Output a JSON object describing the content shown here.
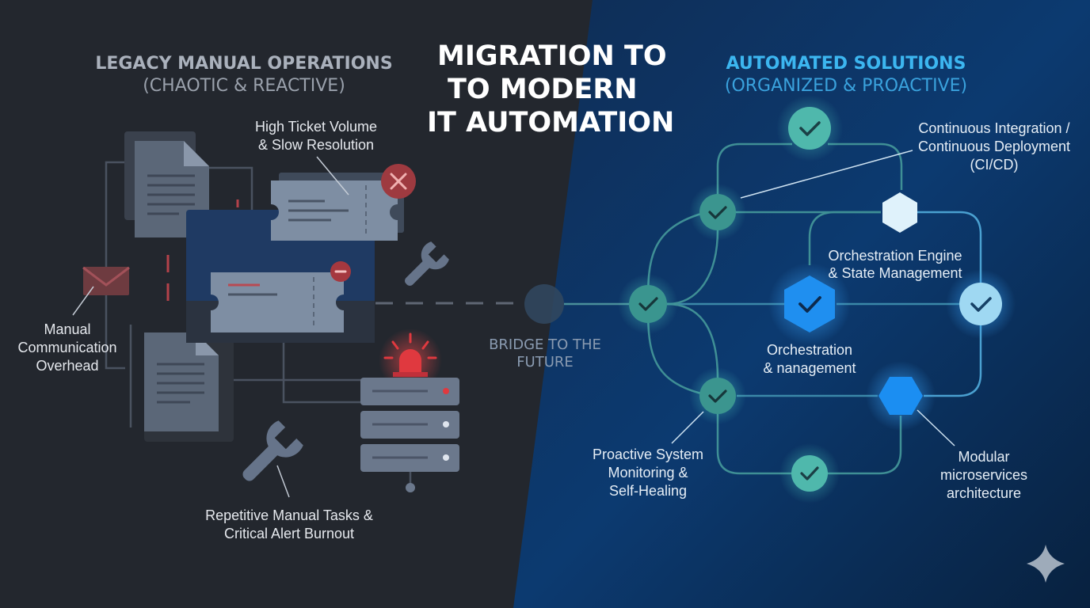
{
  "title": {
    "lines": [
      "MIGRATION TO",
      "TO MODERN",
      "IT AUTOMATION"
    ]
  },
  "legacy": {
    "heading": "LEGACY MANUAL OPERATIONS",
    "subheading": "(CHAOTIC & REACTIVE)",
    "labels": {
      "ticket_volume": [
        "High Ticket Volume",
        "& Slow Resolution"
      ],
      "communication": [
        "Manual",
        "Communication",
        "Overhead"
      ],
      "repetitive": [
        "Repetitive Manual Tasks &",
        "Critical Alert Burnout"
      ]
    }
  },
  "automated": {
    "heading": "AUTOMATED SOLUTIONS",
    "subheading": "(ORGANIZED & PROACTIVE)",
    "labels": {
      "cicd": [
        "Continuous Integration /",
        "Continuous Deployment",
        "(CI/CD)"
      ],
      "orchestration_engine": [
        "Orchestration Engine",
        "& State Management"
      ],
      "orchestration": [
        "Orchestration",
        "& nanagement"
      ],
      "monitoring": [
        "Proactive System",
        "Monitoring &",
        "Self-Healing"
      ],
      "microservices": [
        "Modular",
        "microservices",
        "architecture"
      ]
    }
  },
  "bridge": {
    "lines": [
      "BRIDGE TO THE",
      "FUTURE"
    ]
  },
  "colors": {
    "legacy_bg": "#23272e",
    "automated_bg": "#0d3466",
    "teal_node": "#3aa09a",
    "blue_node": "#1e90f0",
    "alert_red": "#d64545",
    "automated_heading": "#3cb6f0"
  },
  "icons": [
    "document-icon",
    "ticket-icon",
    "close-icon",
    "minus-icon",
    "wrench-icon",
    "envelope-icon",
    "alarm-siren-icon",
    "server-rack-icon",
    "check-icon",
    "hexagon-icon",
    "sparkle-icon"
  ]
}
